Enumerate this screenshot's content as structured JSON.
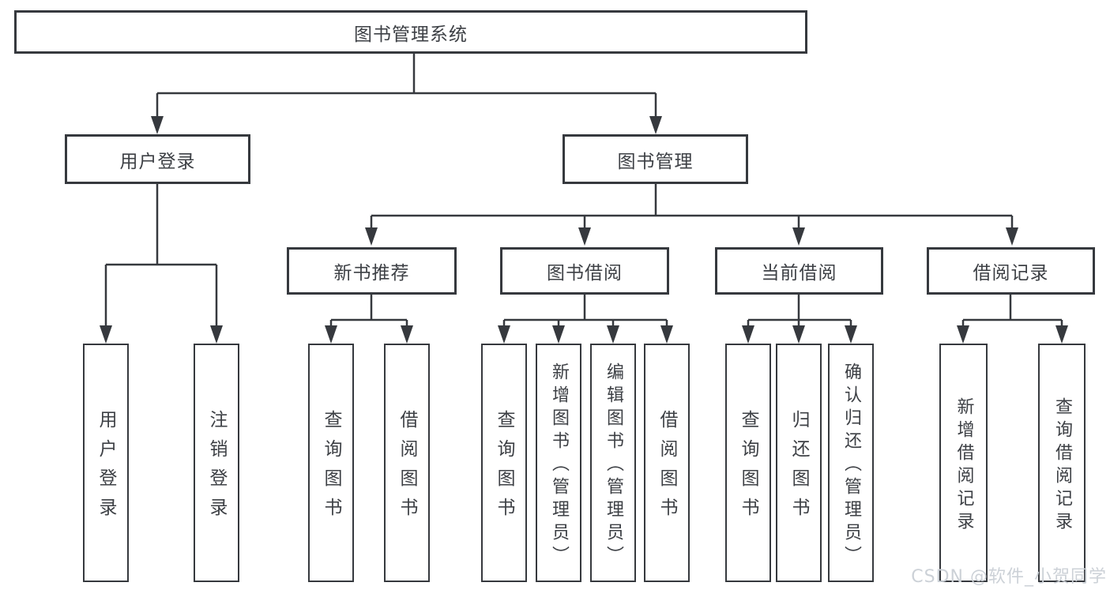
{
  "diagram": {
    "root": {
      "label": "图书管理系统"
    },
    "level2": [
      {
        "label": "用户登录"
      },
      {
        "label": "图书管理"
      }
    ],
    "level3": [
      {
        "label": "新书推荐",
        "parent": "图书管理"
      },
      {
        "label": "图书借阅",
        "parent": "图书管理"
      },
      {
        "label": "当前借阅",
        "parent": "图书管理"
      },
      {
        "label": "借阅记录",
        "parent": "图书管理"
      }
    ],
    "leaves": [
      {
        "label": "用户登录",
        "parent": "用户登录"
      },
      {
        "label": "注销登录",
        "parent": "用户登录"
      },
      {
        "label": "查询图书",
        "parent": "新书推荐"
      },
      {
        "label": "借阅图书",
        "parent": "新书推荐"
      },
      {
        "label": "查询图书",
        "parent": "图书借阅"
      },
      {
        "label": "新增图书（管理员）",
        "parent": "图书借阅"
      },
      {
        "label": "编辑图书（管理员）",
        "parent": "图书借阅"
      },
      {
        "label": "借阅图书",
        "parent": "图书借阅"
      },
      {
        "label": "查询图书",
        "parent": "当前借阅"
      },
      {
        "label": "归还图书",
        "parent": "当前借阅"
      },
      {
        "label": "确认归还（管理员）",
        "parent": "当前借阅"
      },
      {
        "label": "新增借阅记录",
        "parent": "借阅记录"
      },
      {
        "label": "查询借阅记录",
        "parent": "借阅记录"
      }
    ]
  },
  "watermark": {
    "text": "CSDN @软件_小贺同学"
  },
  "colors": {
    "line": "#36393e",
    "box_border": "#36393e",
    "box_background": "#ffffff",
    "text": "#3d4045",
    "watermark": "#ccd1d7"
  }
}
